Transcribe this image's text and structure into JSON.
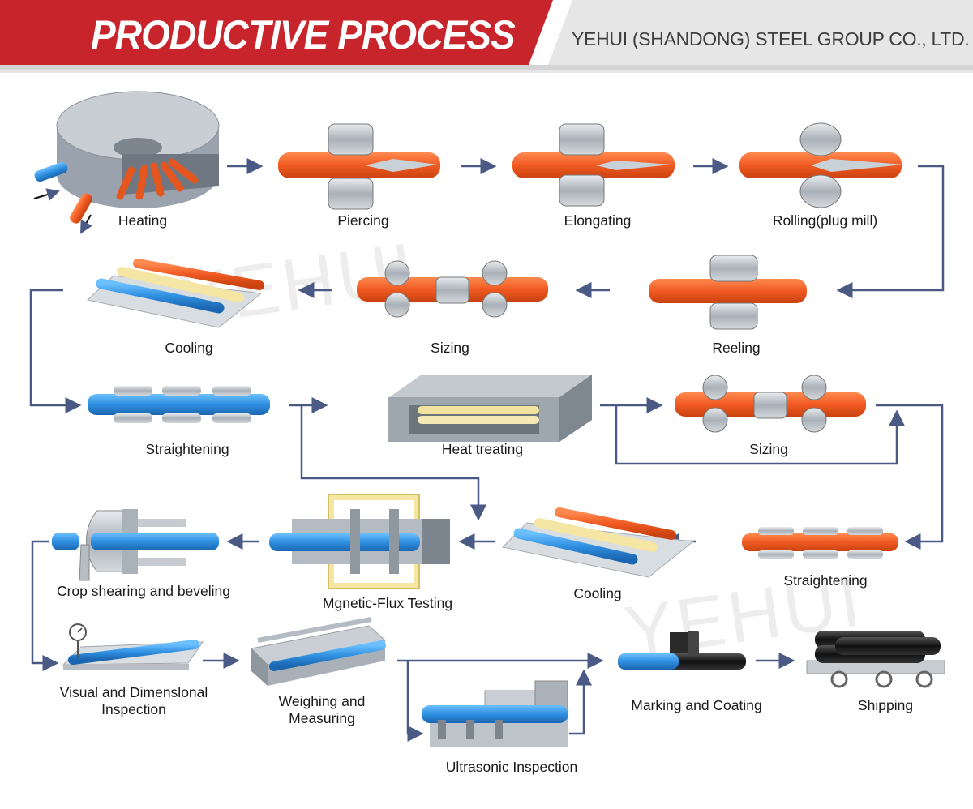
{
  "header": {
    "title": "PRODUCTIVE PROCESS",
    "company": "YEHUI (SHANDONG) STEEL GROUP CO., LTD."
  },
  "watermark": "YEHUI",
  "colors": {
    "brand_red": "#c8242b",
    "header_gray": "#e6e6e6",
    "hot_steel": "#f05a22",
    "cool_steel": "#2f8fe0",
    "arrow": "#4a5a85"
  },
  "steps": {
    "heating": "Heating",
    "piercing": "Piercing",
    "elongating": "Elongating",
    "rolling": "Rolling(plug mill)",
    "reeling": "Reeling",
    "sizing_1": "Sizing",
    "cooling_1": "Cooling",
    "straightening_1": "Straightening",
    "heat_treating": "Heat treating",
    "sizing_2": "Sizing",
    "straightening_2": "Straightening",
    "cooling_2": "Cooling",
    "flux_testing": "Mgnetic-Flux Testing",
    "crop_shearing": "Crop shearing and beveling",
    "visual_inspection": "Visual and Dimenslonal Inspection",
    "weighing": "Weighing and Measuring",
    "ultrasonic": "Ultrasonic Inspection",
    "marking": "Marking and Coating",
    "shipping": "Shipping"
  }
}
